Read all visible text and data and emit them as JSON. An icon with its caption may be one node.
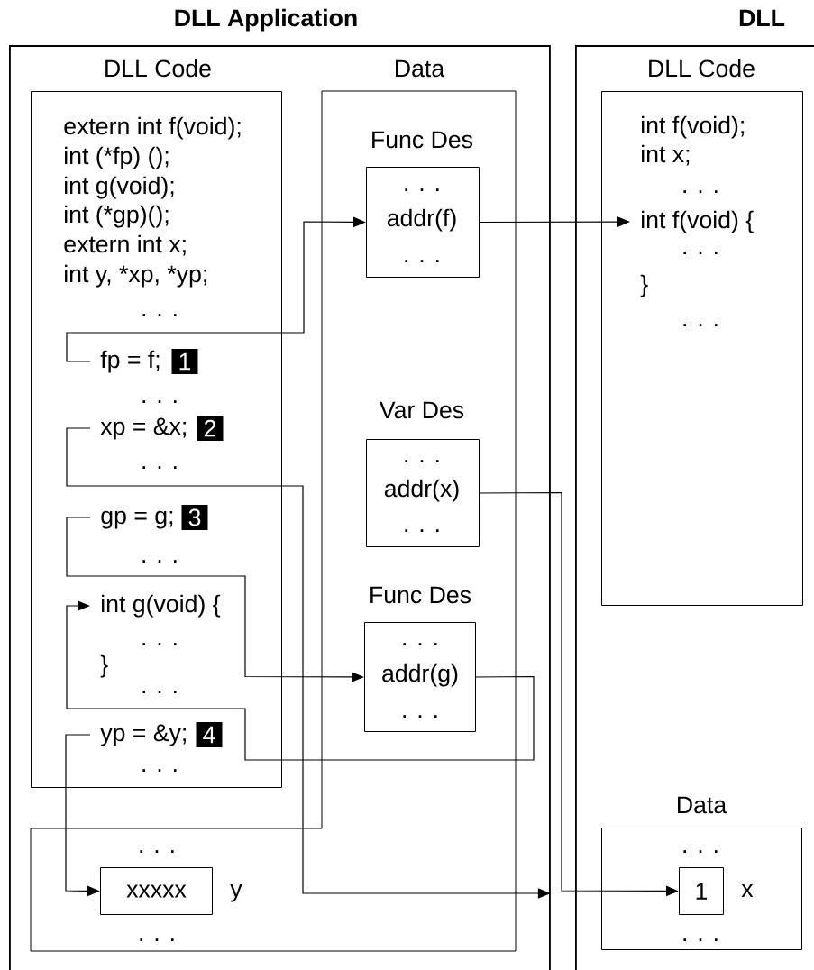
{
  "diagram": {
    "nodes": [
      {
        "text": [
          "DLL Application"
        ]
      },
      {
        "text": [
          "DLL Code",
          "extern int f(void);",
          "int (*fp) ();",
          "int g(void);",
          "int (*gp)();",
          "extern int x;",
          "int y, *xp, *yp;",
          ". . .",
          ". . .",
          ". . .",
          ". . .",
          ". . .",
          "}",
          ". . .",
          ". . ."
        ],
        "in": 0
      },
      {
        "text": [
          "fp = f;",
          "1"
        ],
        "in": 1
      },
      {
        "text": [
          "xp = &x;",
          "2"
        ],
        "in": 1
      },
      {
        "text": [
          "gp = g;",
          "3"
        ],
        "in": 1
      },
      {
        "text": [
          "int g(void) {"
        ],
        "in": 1
      },
      {
        "text": [
          "yp = &y;",
          "4"
        ],
        "in": 1
      },
      {
        "text": [
          "Data",
          ". . .",
          ". . ."
        ],
        "in": 0
      },
      {
        "text": [
          "Func Des",
          ". . .",
          "addr(f)",
          ". . ."
        ],
        "in": 7
      },
      {
        "text": [
          "Var Des",
          ". . .",
          "addr(x)",
          ". . ."
        ],
        "in": 7
      },
      {
        "text": [
          "Func Des",
          ". . .",
          "addr(g)",
          ". . ."
        ],
        "in": 7
      },
      {
        "text": [
          "xxxxx"
        ],
        "beside": [
          "y"
        ],
        "in": 7
      },
      {
        "text": [
          "DLL"
        ]
      },
      {
        "text": [
          "DLL Code",
          "int f(void);",
          "int x;",
          ". . .",
          ". . .",
          "}",
          ". . ."
        ],
        "in": 12
      },
      {
        "text": [
          "int f(void) {"
        ],
        "in": 13
      },
      {
        "text": [
          "Data",
          ". . .",
          ". . ."
        ],
        "in": 12
      },
      {
        "text": [
          "1"
        ],
        "beside": [
          "x"
        ],
        "in": 15
      }
    ],
    "edges": [
      {
        "from": 2,
        "to": 8,
        "arrow": "to"
      },
      {
        "from": 8,
        "to": 14,
        "arrow": "to"
      },
      {
        "from": 3,
        "to": 0,
        "arrow": "to"
      },
      {
        "from": 9,
        "to": 16,
        "arrow": "to"
      },
      {
        "from": 4,
        "to": 10,
        "arrow": "to"
      },
      {
        "from": 10,
        "to": 5,
        "arrow": "to"
      },
      {
        "from": 6,
        "to": 11,
        "arrow": "to"
      }
    ]
  }
}
